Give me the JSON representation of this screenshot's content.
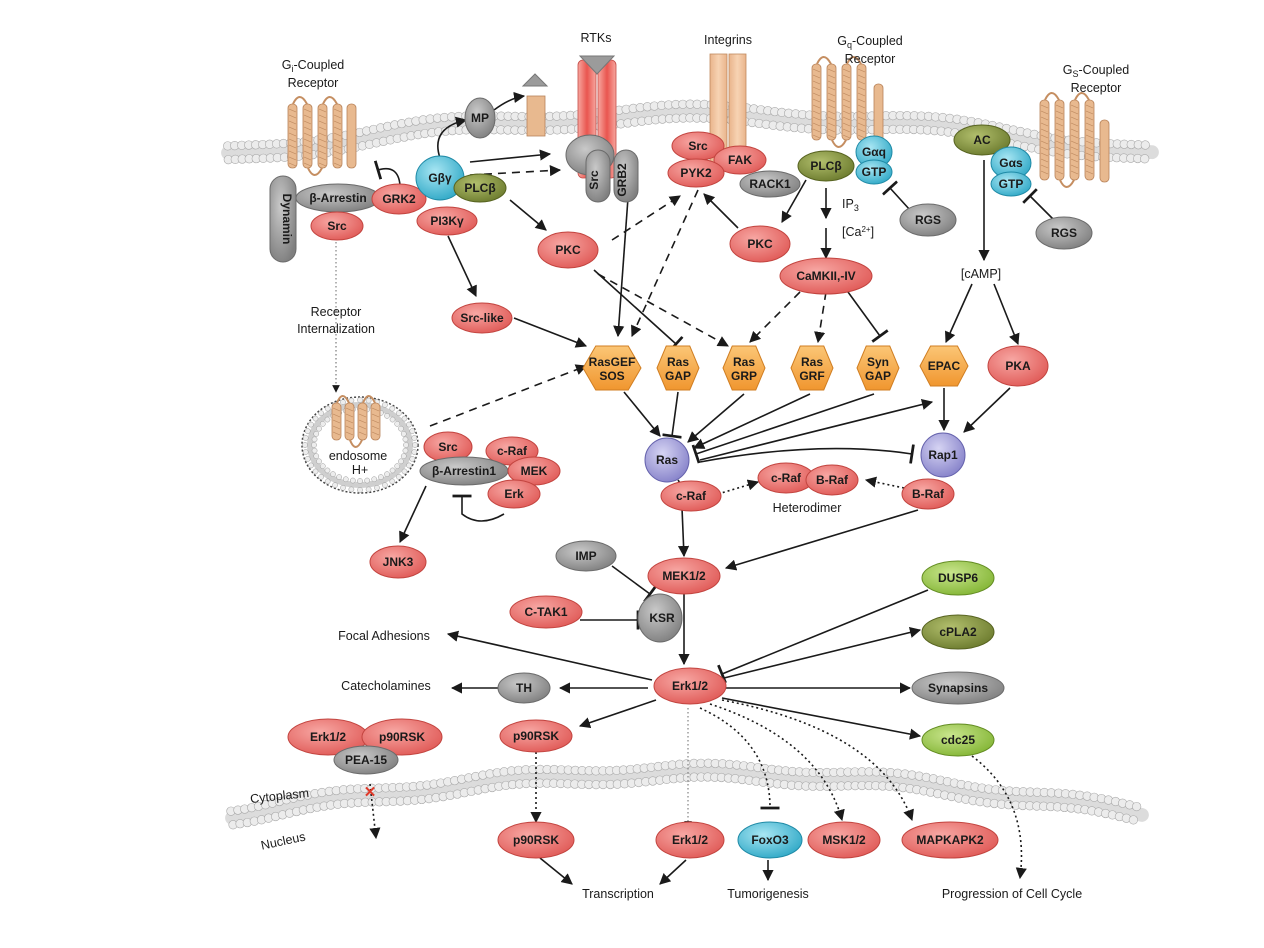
{
  "labels": {
    "gi_receptor": "Gi-Coupled Receptor",
    "gq_receptor": "Gq-Coupled Receptor",
    "gs_receptor": "Gs-Coupled Receptor",
    "rtks": "RTKs",
    "integrins": "Integrins",
    "receptor_internalization": "Receptor Internalization",
    "endosome": "endosome",
    "h_plus": "H+",
    "ip3": "IP3",
    "ca2": "[Ca2+]",
    "camp": "[cAMP]",
    "heterodimer": "Heterodimer",
    "focal_adhesions": "Focal Adhesions",
    "catecholamines": "Catecholamines",
    "cytoplasm": "Cytoplasm",
    "nucleus": "Nucleus",
    "transcription": "Transcription",
    "tumorigenesis": "Tumorigenesis",
    "cell_cycle": "Progression of Cell Cycle"
  },
  "nodes": {
    "beta_arrestin": "β-Arrestin",
    "src_gi": "Src",
    "grk2": "GRK2",
    "gbg": "Gβγ",
    "plcb_left": "PLCβ",
    "pi3kg": "PI3Kγ",
    "mp": "MP",
    "dynamin": "Dynamin",
    "src_rtk": "Src",
    "grb2": "GRB2",
    "src_int": "Src",
    "fak": "FAK",
    "pyk2": "PYK2",
    "rack1": "RACK1",
    "plcb_gq": "PLCβ",
    "gaq": "Gαq",
    "gtp_q": "GTP",
    "rgs_q": "RGS",
    "ac": "AC",
    "gas": "Gαs",
    "gtp_s": "GTP",
    "rgs_s": "RGS",
    "pkc_left": "PKC",
    "pkc_right": "PKC",
    "camkii": "CaMKII,-IV",
    "src_like": "Src-like",
    "rasgef_sos_1": "RasGEF",
    "rasgef_sos_2": "SOS",
    "rasgap_1": "Ras",
    "rasgap_2": "GAP",
    "rasgrp_1": "Ras",
    "rasgrp_2": "GRP",
    "rasgrf_1": "Ras",
    "rasgrf_2": "GRF",
    "syngap_1": "Syn",
    "syngap_2": "GAP",
    "epac": "EPAC",
    "pka": "PKA",
    "src_endo": "Src",
    "craf_endo": "c-Raf",
    "barr1": "β-Arrestin1",
    "mek_endo": "MEK",
    "erk_endo": "Erk",
    "jnk3": "JNK3",
    "ras": "Ras",
    "craf": "c-Raf",
    "craf_het": "c-Raf",
    "braf_het": "B-Raf",
    "rap1": "Rap1",
    "braf": "B-Raf",
    "imp": "IMP",
    "mek12": "MEK1/2",
    "ctak1": "C-TAK1",
    "ksr": "KSR",
    "dusp6": "DUSP6",
    "cpla2": "cPLA2",
    "erk12": "Erk1/2",
    "th": "TH",
    "synapsins": "Synapsins",
    "cdc25": "cdc25",
    "erk12_pea": "Erk1/2",
    "p90rsk_pea": "p90RSK",
    "pea15": "PEA-15",
    "p90rsk_cyto": "p90RSK",
    "p90rsk_nuc": "p90RSK",
    "erk12_nuc": "Erk1/2",
    "foxo3": "FoxO3",
    "msk12": "MSK1/2",
    "mapkapk2": "MAPKAPK2"
  },
  "colors": {
    "salmon": "#e8625f",
    "gray": "#8f8f8f",
    "olive": "#7f8f3a",
    "cyan": "#39b4cf",
    "lime": "#8ebc3f",
    "purple": "#8e8bd0",
    "hex_orange": "#f5a94c",
    "receptor": "#e8b98f"
  }
}
